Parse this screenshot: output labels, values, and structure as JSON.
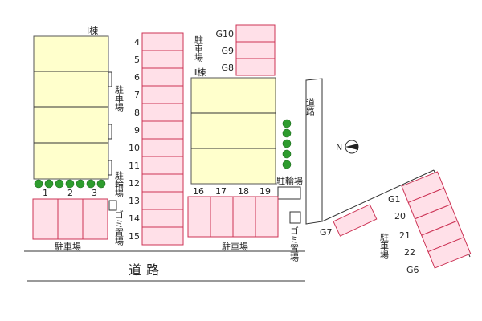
{
  "map": {
    "building_1_label": "Ⅰ棟",
    "building_2_label": "Ⅱ棟",
    "parking_vertical_label": "駐車場",
    "parking_label": "駐車場",
    "bicycle_parking_label": "駐輪場",
    "garbage_label": "ゴミ置場",
    "road_label": "道路",
    "compass_letter": "N",
    "column_slots": [
      "4",
      "5",
      "6",
      "7",
      "8",
      "9",
      "10",
      "11",
      "12",
      "13",
      "14",
      "15"
    ],
    "bottom_left_slots": [
      "1",
      "2",
      "3"
    ],
    "middle_slots": [
      "16",
      "17",
      "18",
      "19"
    ],
    "top_slots": [
      "G10",
      "G9",
      "G8"
    ],
    "right_slots": [
      "G1",
      "20",
      "21",
      "22",
      "G6"
    ],
    "g7_label": "G7"
  }
}
